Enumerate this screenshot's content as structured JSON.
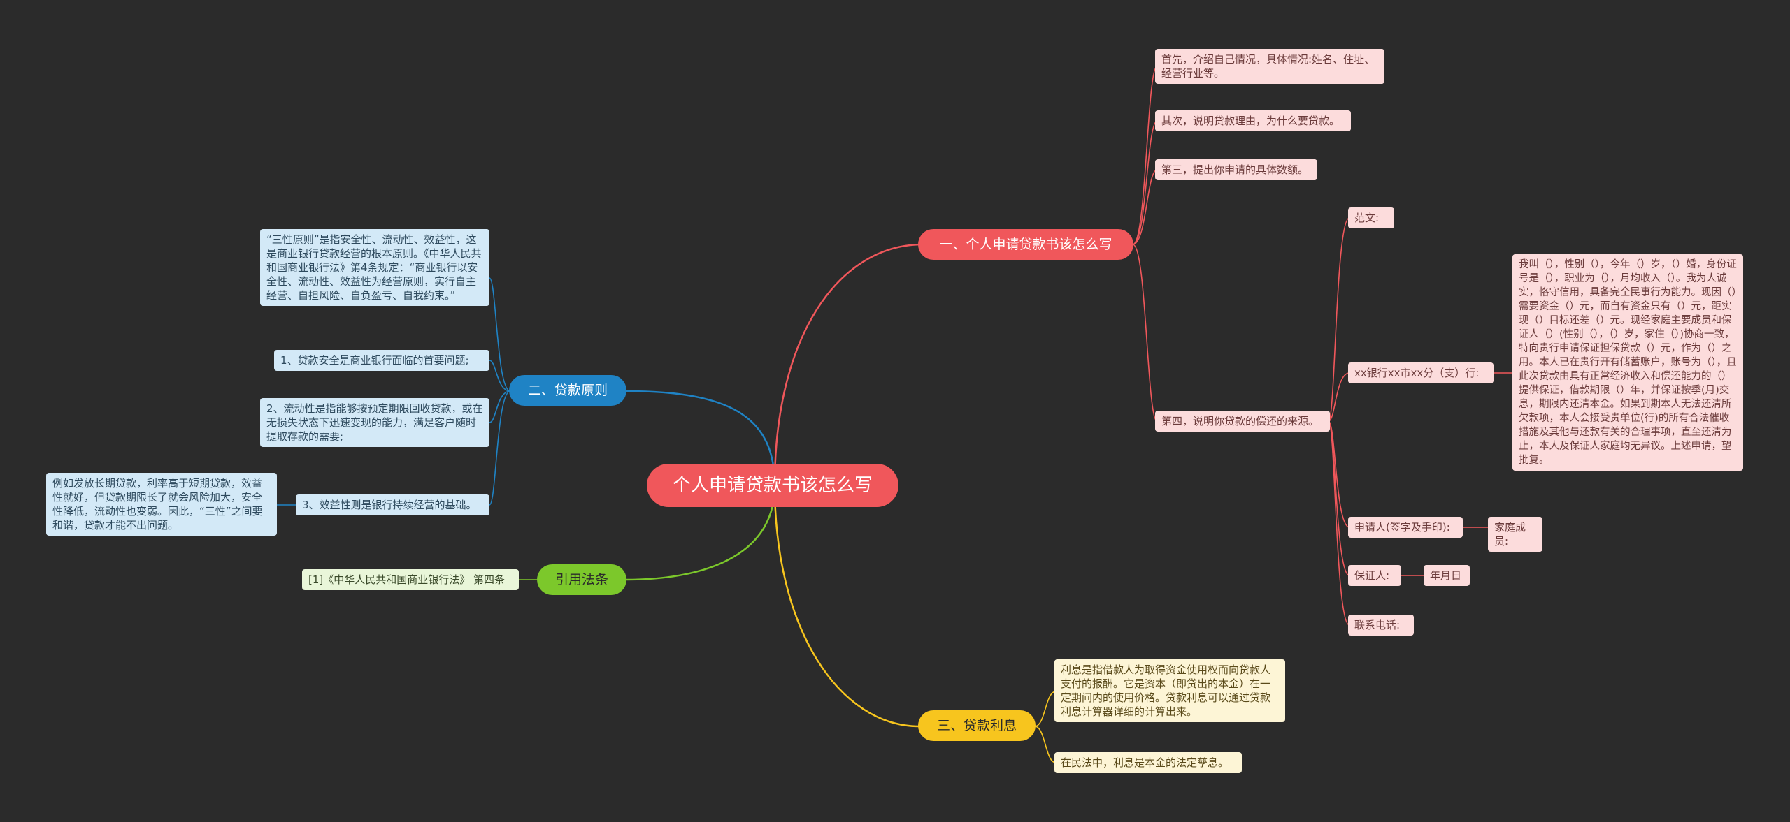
{
  "root": "个人申请贷款书该怎么写",
  "branches": {
    "b1": {
      "label": "一、个人申请贷款书该怎么写",
      "items": {
        "i1": "首先，介绍自己情况，具体情况:姓名、住址、经营行业等。",
        "i2": "其次，说明贷款理由，为什么要贷款。",
        "i3": "第三，提出你申请的具体数额。",
        "i4": "第四，说明你贷款的偿还的来源。"
      },
      "sub": {
        "s1": "范文:",
        "s2": "xx银行xx市xx分（支）行:",
        "s2_text": "我叫（），性别（），今年（）岁，（）婚，身份证号是（），职业为（），月均收入（）。我为人诚实，恪守信用，具备完全民事行为能力。现因（）需要资金（）元，而自有资金只有（）元，距实现（）目标还差（）元。现经家庭主要成员和保证人（）(性别（），（）岁，家住（）)协商一致，特向贵行申请保证担保贷款（）元，作为（）之用。本人已在贵行开有储蓄账户，账号为（），且此次贷款由具有正常经济收入和偿还能力的（）提供保证，借款期限（）年，并保证按季(月)交息，期限内还清本金。如果到期本人无法还清所欠款项，本人会接受贵单位(行)的所有合法催收措施及其他与还款有关的合理事项，直至还清为止，本人及保证人家庭均无异议。上述申请，望批复。",
        "s3": "申请人(签字及手印):",
        "s3_child": "家庭成员:",
        "s4": "保证人:",
        "s4_child": "年月日",
        "s5": "联系电话:"
      }
    },
    "b2": {
      "label": "二、贷款原则",
      "items": {
        "i1": "“三性原则”是指安全性、流动性、效益性，这是商业银行贷款经营的根本原则。《中华人民共和国商业银行法》第4条规定：“商业银行以安全性、流动性、效益性为经营原则，实行自主经营、自担风险、自负盈亏、自我约束。”",
        "i2": "1、贷款安全是商业银行面临的首要问题;",
        "i3": "2、流动性是指能够按预定期限回收贷款，或在无损失状态下迅速变现的能力，满足客户随时提取存款的需要;",
        "i4": "3、效益性则是银行持续经营的基础。",
        "i4_child": "例如发放长期贷款，利率高于短期贷款，效益性就好，但贷款期限长了就会风险加大，安全性降低，流动性也变弱。因此，“三性”之间要和谐，贷款才能不出问题。"
      }
    },
    "b3": {
      "label": "引用法条",
      "items": {
        "i1": "[1]《中华人民共和国商业银行法》 第四条"
      }
    },
    "b4": {
      "label": "三、贷款利息",
      "items": {
        "i1": "利息是指借款人为取得资金使用权而向贷款人支付的报酬。它是资本（即贷出的本金）在一定期间内的使用价格。贷款利息可以通过贷款利息计算器详细的计算出来。",
        "i2": "在民法中，利息是本金的法定孳息。"
      }
    }
  },
  "colors": {
    "background": "#2b2b2b",
    "red": "#f0575b",
    "blue": "#1f83c5",
    "green": "#7cc82b",
    "yellow": "#f7c51e"
  }
}
